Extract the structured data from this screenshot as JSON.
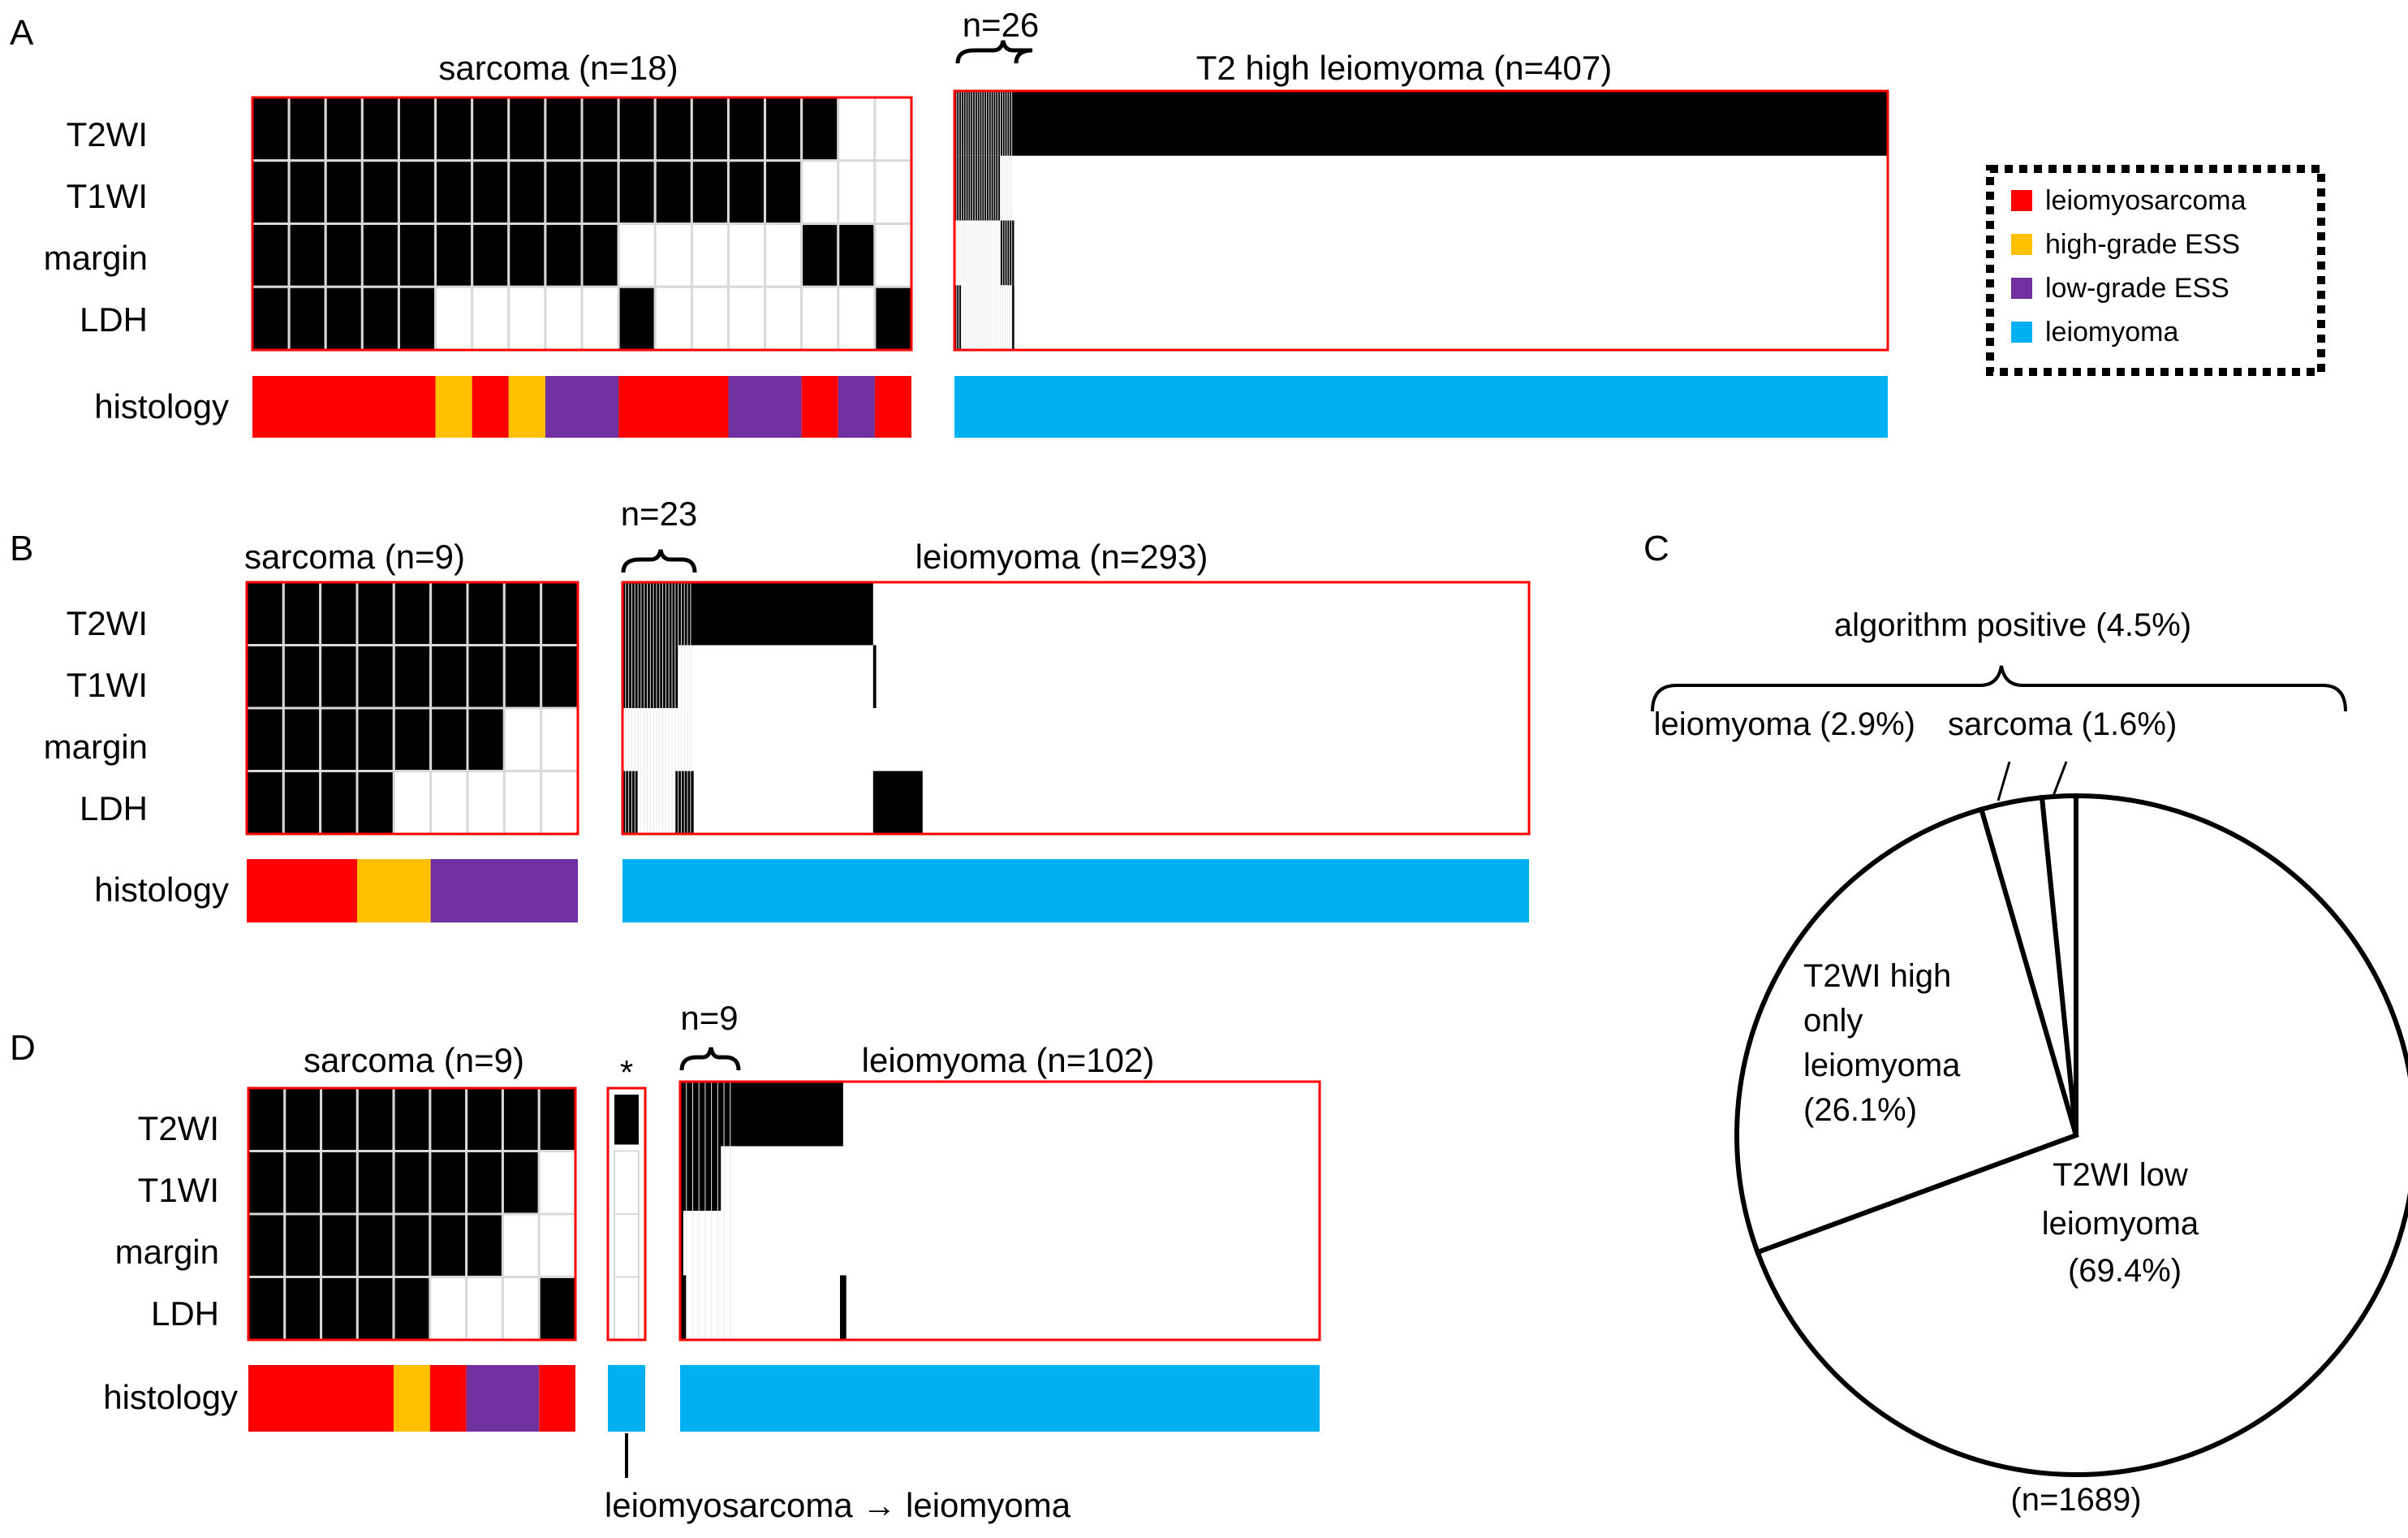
{
  "colors": {
    "leiomyosarcoma": "#ff0000",
    "high-grade ESS": "#ffc000",
    "low-grade ESS": "#7030a0",
    "leiomyoma": "#00b0f0",
    "positive_cell": "#000000",
    "frame": "#ff0000",
    "cell_border": "#d9d9d9"
  },
  "row_labels": [
    "T2WI",
    "T1WI",
    "margin",
    "LDH"
  ],
  "histology_label": "histology",
  "legend": {
    "items": [
      {
        "label": "leiomyosarcoma",
        "key": "leiomyosarcoma"
      },
      {
        "label": "high-grade ESS",
        "key": "high-grade ESS"
      },
      {
        "label": "low-grade ESS",
        "key": "low-grade ESS"
      },
      {
        "label": "leiomyoma",
        "key": "leiomyoma"
      }
    ]
  },
  "chart_data": [
    {
      "type": "heatmap",
      "panel": "A",
      "sarcoma": {
        "title": "sarcoma (n=18)",
        "n": 18,
        "rows": {
          "T2WI": [
            1,
            1,
            1,
            1,
            1,
            1,
            1,
            1,
            1,
            1,
            1,
            1,
            1,
            1,
            1,
            1,
            0,
            0
          ],
          "T1WI": [
            1,
            1,
            1,
            1,
            1,
            1,
            1,
            1,
            1,
            1,
            1,
            1,
            1,
            1,
            1,
            0,
            0,
            0
          ],
          "margin": [
            1,
            1,
            1,
            1,
            1,
            1,
            1,
            1,
            1,
            1,
            0,
            0,
            0,
            0,
            0,
            1,
            1,
            0
          ],
          "LDH": [
            1,
            1,
            1,
            1,
            1,
            0,
            0,
            0,
            0,
            0,
            1,
            0,
            0,
            0,
            0,
            0,
            0,
            1
          ]
        },
        "histology": [
          "leiomyosarcoma",
          "leiomyosarcoma",
          "leiomyosarcoma",
          "leiomyosarcoma",
          "leiomyosarcoma",
          "high-grade ESS",
          "leiomyosarcoma",
          "high-grade ESS",
          "low-grade ESS",
          "low-grade ESS",
          "leiomyosarcoma",
          "leiomyosarcoma",
          "leiomyosarcoma",
          "low-grade ESS",
          "low-grade ESS",
          "leiomyosarcoma",
          "low-grade ESS",
          "leiomyosarcoma"
        ]
      },
      "leiomyoma": {
        "title": "T2 high leiomyoma (n=407)",
        "n": 407,
        "bracket_label": "n=26",
        "bracket_n": 26,
        "rows": {
          "T2WI": [
            [
              0,
              407
            ]
          ],
          "T1WI": [
            [
              0,
              20
            ]
          ],
          "margin": [
            [
              20,
              26
            ]
          ],
          "LDH": [
            [
              0,
              3
            ],
            [
              25,
              26
            ]
          ]
        },
        "histology": "leiomyoma"
      }
    },
    {
      "type": "heatmap",
      "panel": "B",
      "sarcoma": {
        "title": "sarcoma (n=9)",
        "n": 9,
        "rows": {
          "T2WI": [
            1,
            1,
            1,
            1,
            1,
            1,
            1,
            1,
            1
          ],
          "T1WI": [
            1,
            1,
            1,
            1,
            1,
            1,
            1,
            1,
            1
          ],
          "margin": [
            1,
            1,
            1,
            1,
            1,
            1,
            1,
            0,
            0
          ],
          "LDH": [
            1,
            1,
            1,
            1,
            0,
            0,
            0,
            0,
            0
          ]
        },
        "histology": [
          "leiomyosarcoma",
          "leiomyosarcoma",
          "leiomyosarcoma",
          "high-grade ESS",
          "high-grade ESS",
          "low-grade ESS",
          "low-grade ESS",
          "low-grade ESS",
          "low-grade ESS"
        ]
      },
      "leiomyoma": {
        "title": "leiomyoma (n=293)",
        "n": 293,
        "bracket_label": "n=23",
        "bracket_n": 23,
        "rows": {
          "T2WI": [
            [
              0,
              81
            ]
          ],
          "T1WI": [
            [
              0,
              18
            ],
            [
              81,
              82
            ]
          ],
          "margin": [],
          "LDH": [
            [
              0,
              5
            ],
            [
              17,
              23
            ],
            [
              81,
              97
            ]
          ]
        },
        "histology": "leiomyoma"
      }
    },
    {
      "type": "pie",
      "panel": "C",
      "total_label": "(n=1689)",
      "group_label": "algorithm positive (4.5%)",
      "slices": [
        {
          "label": "T2WI low leiomyoma (69.4%)",
          "value": 69.4
        },
        {
          "label": "T2WI high only leiomyoma (26.1%)",
          "value": 26.1
        },
        {
          "label": "leiomyoma (2.9%)",
          "value": 2.9
        },
        {
          "label": "sarcoma (1.6%)",
          "value": 1.6
        }
      ],
      "label_lines": {
        "low": [
          "T2WI low",
          "leiomyoma",
          "(69.4%)"
        ],
        "high": [
          "T2WI high",
          "only",
          "leiomyoma",
          "(26.1%)"
        ]
      }
    },
    {
      "type": "heatmap",
      "panel": "D",
      "sarcoma": {
        "title": "sarcoma (n=9)",
        "n": 9,
        "rows": {
          "T2WI": [
            1,
            1,
            1,
            1,
            1,
            1,
            1,
            1,
            1
          ],
          "T1WI": [
            1,
            1,
            1,
            1,
            1,
            1,
            1,
            1,
            0
          ],
          "margin": [
            1,
            1,
            1,
            1,
            1,
            1,
            1,
            0,
            0
          ],
          "LDH": [
            1,
            1,
            1,
            1,
            1,
            0,
            0,
            0,
            1
          ]
        },
        "histology": [
          "leiomyosarcoma",
          "leiomyosarcoma",
          "leiomyosarcoma",
          "leiomyosarcoma",
          "high-grade ESS",
          "leiomyosarcoma",
          "low-grade ESS",
          "low-grade ESS",
          "leiomyosarcoma"
        ]
      },
      "reclassified": {
        "marker": "*",
        "rows": {
          "T2WI": 1,
          "T1WI": 0,
          "margin": 0,
          "LDH": 0
        },
        "histology": "leiomyoma",
        "note": "leiomyosarcoma → leiomyoma"
      },
      "leiomyoma": {
        "title": "leiomyoma (n=102)",
        "n": 102,
        "bracket_label": "n=9",
        "bracket_n": 9,
        "rows": {
          "T2WI": [
            [
              0,
              26
            ]
          ],
          "T1WI": [
            [
              0,
              6.5
            ]
          ],
          "margin": [
            [
              0,
              0.5
            ]
          ],
          "LDH": [
            [
              0,
              1
            ],
            [
              25.5,
              26.5
            ]
          ]
        },
        "histology": "leiomyoma"
      }
    }
  ]
}
